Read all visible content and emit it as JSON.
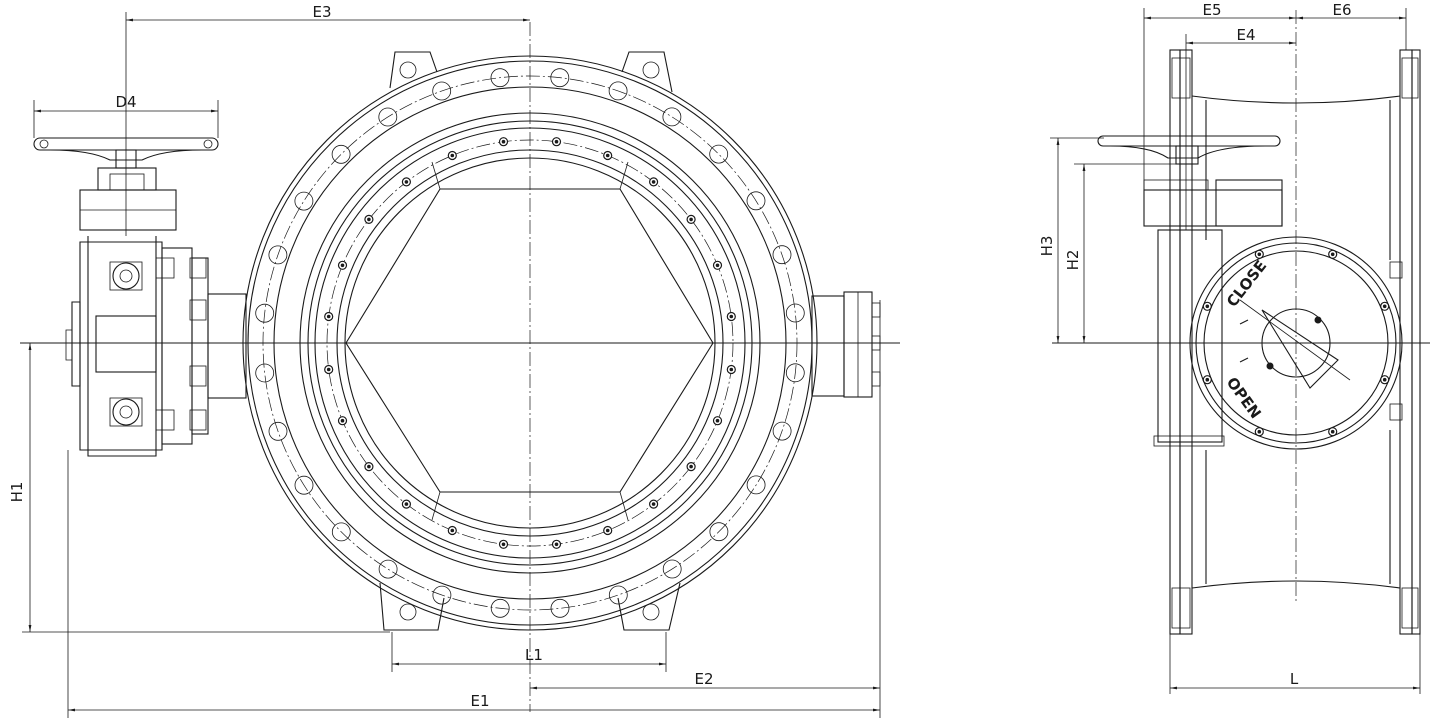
{
  "drawing": {
    "front_view_dimensions": {
      "e3": "E3",
      "d4": "D4",
      "h1": "H1",
      "l1": "L1",
      "e2": "E2",
      "e1": "E1"
    },
    "side_view_dimensions": {
      "e5": "E5",
      "e6": "E6",
      "e4": "E4",
      "h3": "H3",
      "h2": "H2",
      "l": "L"
    },
    "indicator": {
      "close": "CLOSE",
      "open": "OPEN"
    }
  }
}
